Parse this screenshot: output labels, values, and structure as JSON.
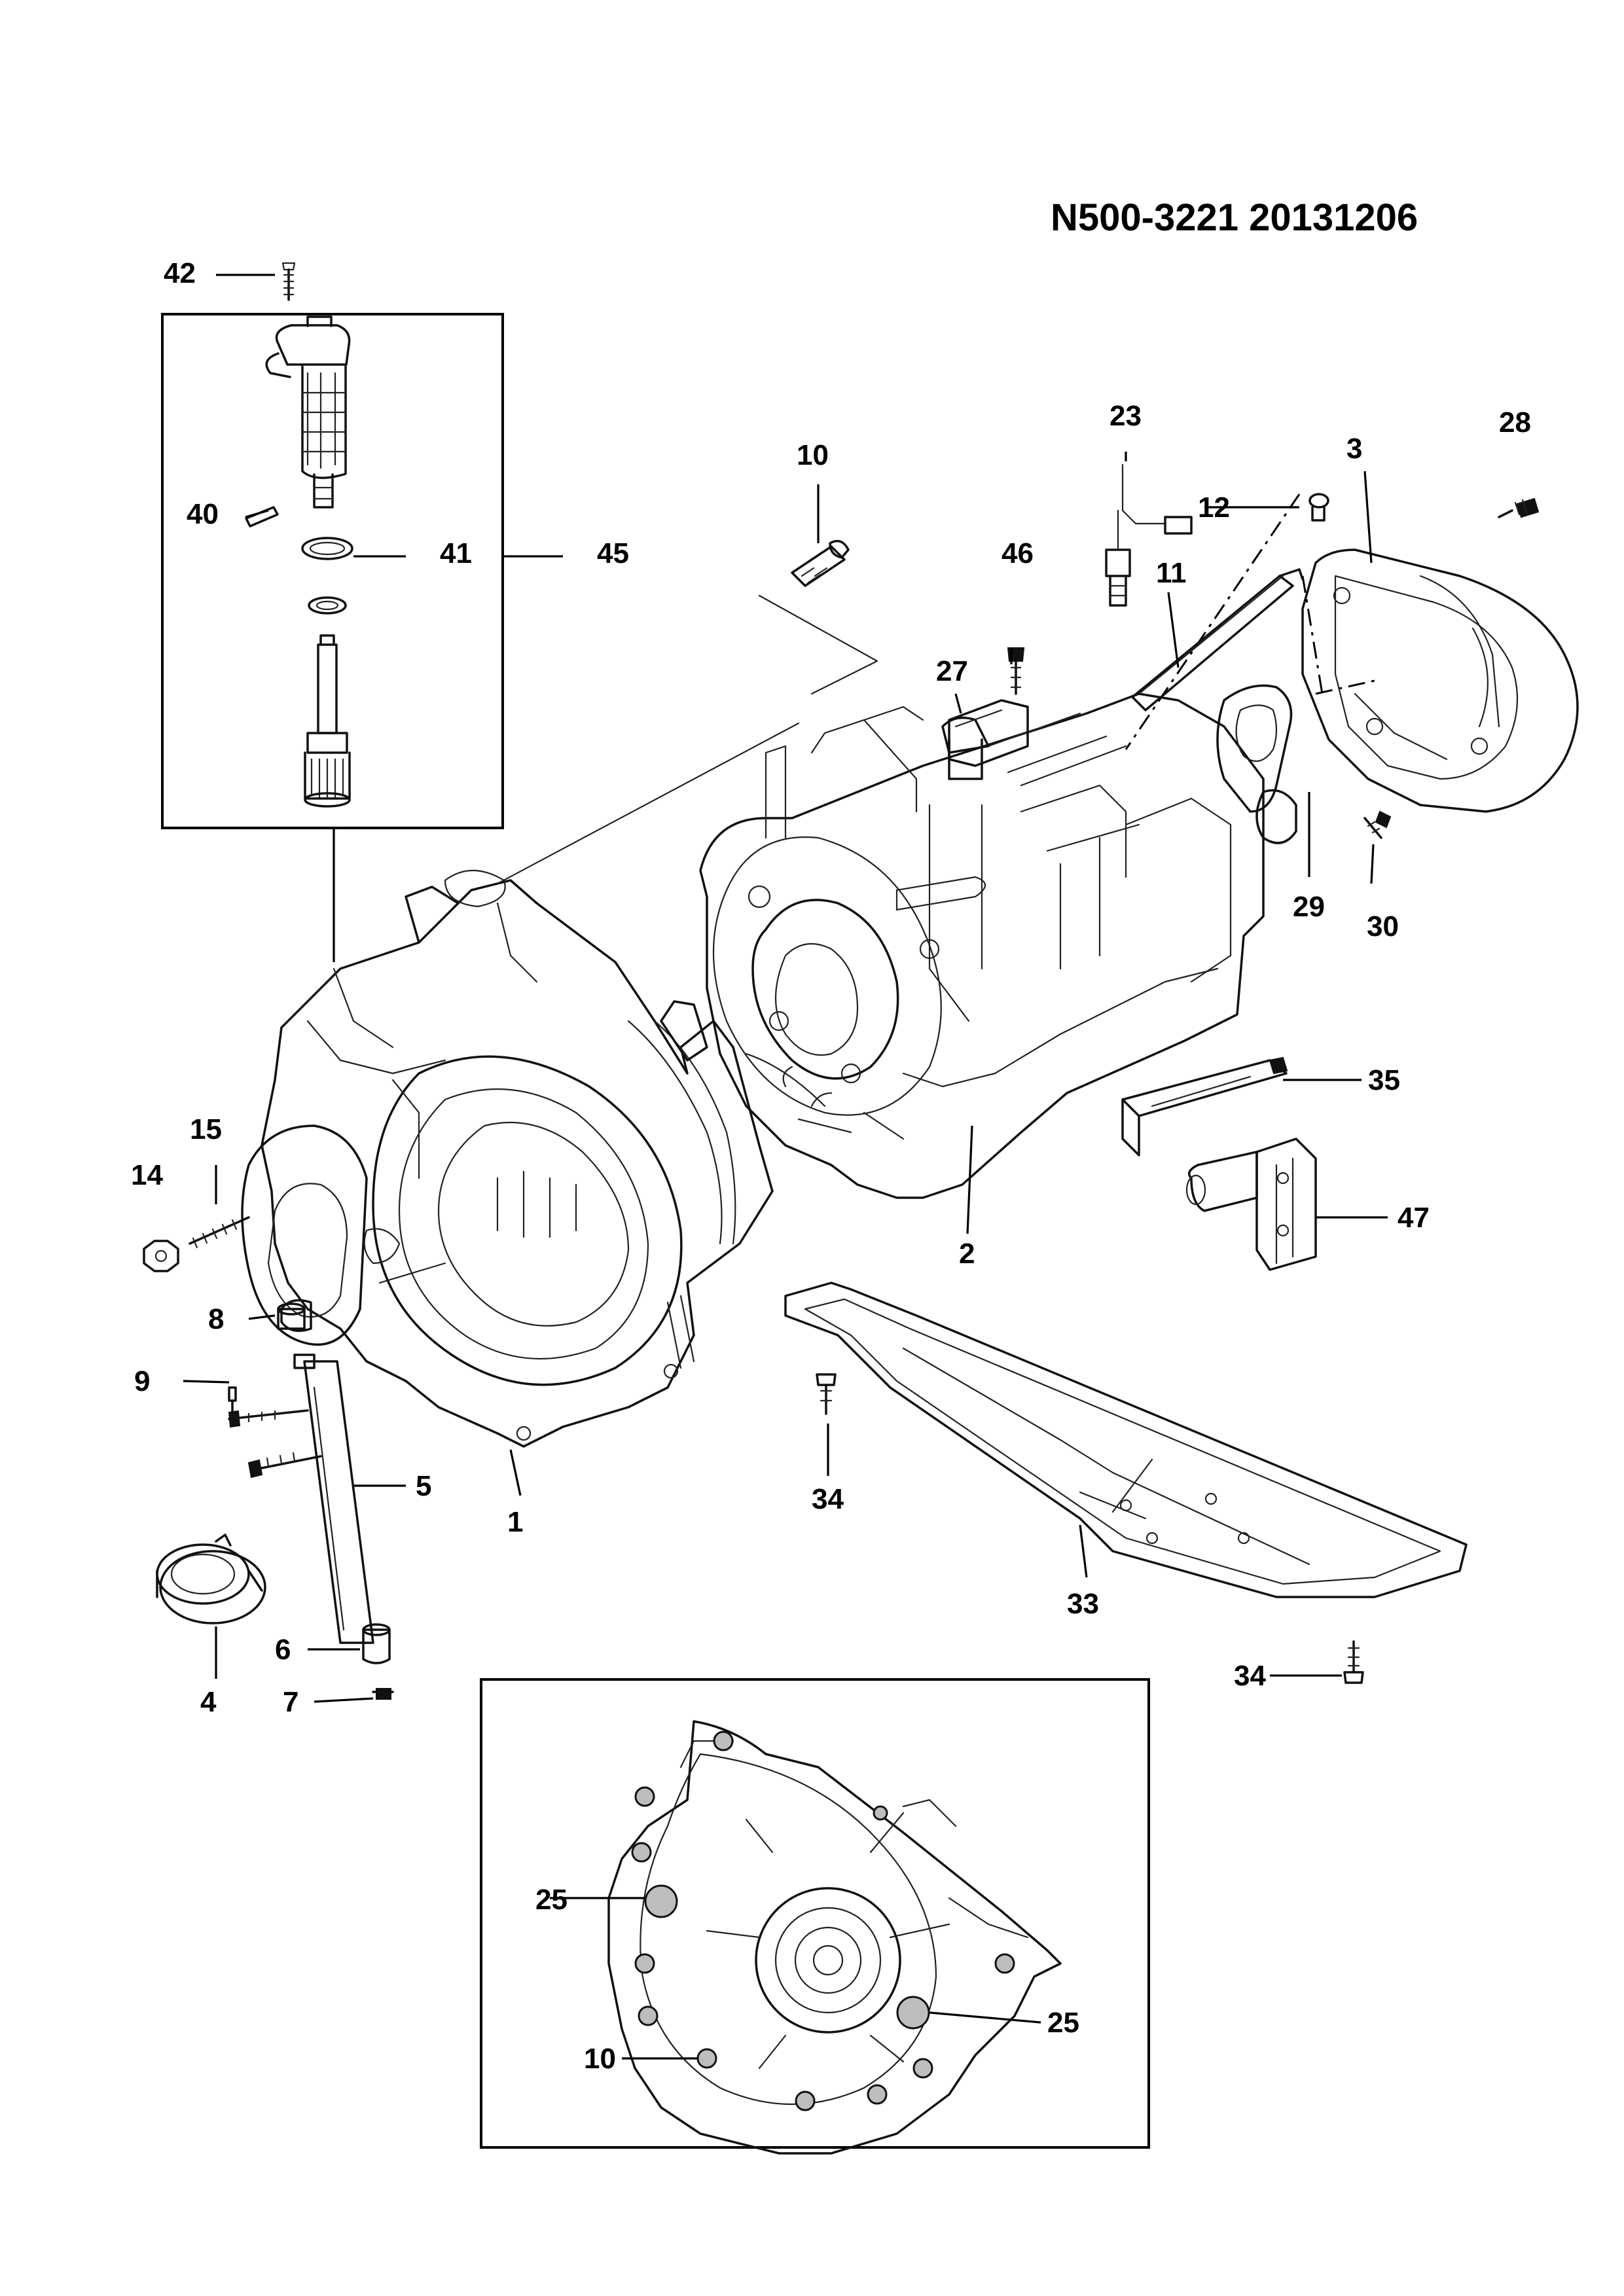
{
  "drawing_code": "N500-3221  20131206",
  "callouts": {
    "c1": "1",
    "c2": "2",
    "c3": "3",
    "c4": "4",
    "c5": "5",
    "c6": "6",
    "c7": "7",
    "c8": "8",
    "c9": "9",
    "c10_top": "10",
    "c10_inset": "10",
    "c11": "11",
    "c12": "12",
    "c14": "14",
    "c15": "15",
    "c23": "23",
    "c25_left": "25",
    "c25_right": "25",
    "c27": "27",
    "c28": "28",
    "c29": "29",
    "c30": "30",
    "c33": "33",
    "c34_left": "34",
    "c34_right": "34",
    "c35": "35",
    "c40": "40",
    "c41": "41",
    "c42": "42",
    "c45": "45",
    "c46": "46",
    "c47": "47"
  }
}
